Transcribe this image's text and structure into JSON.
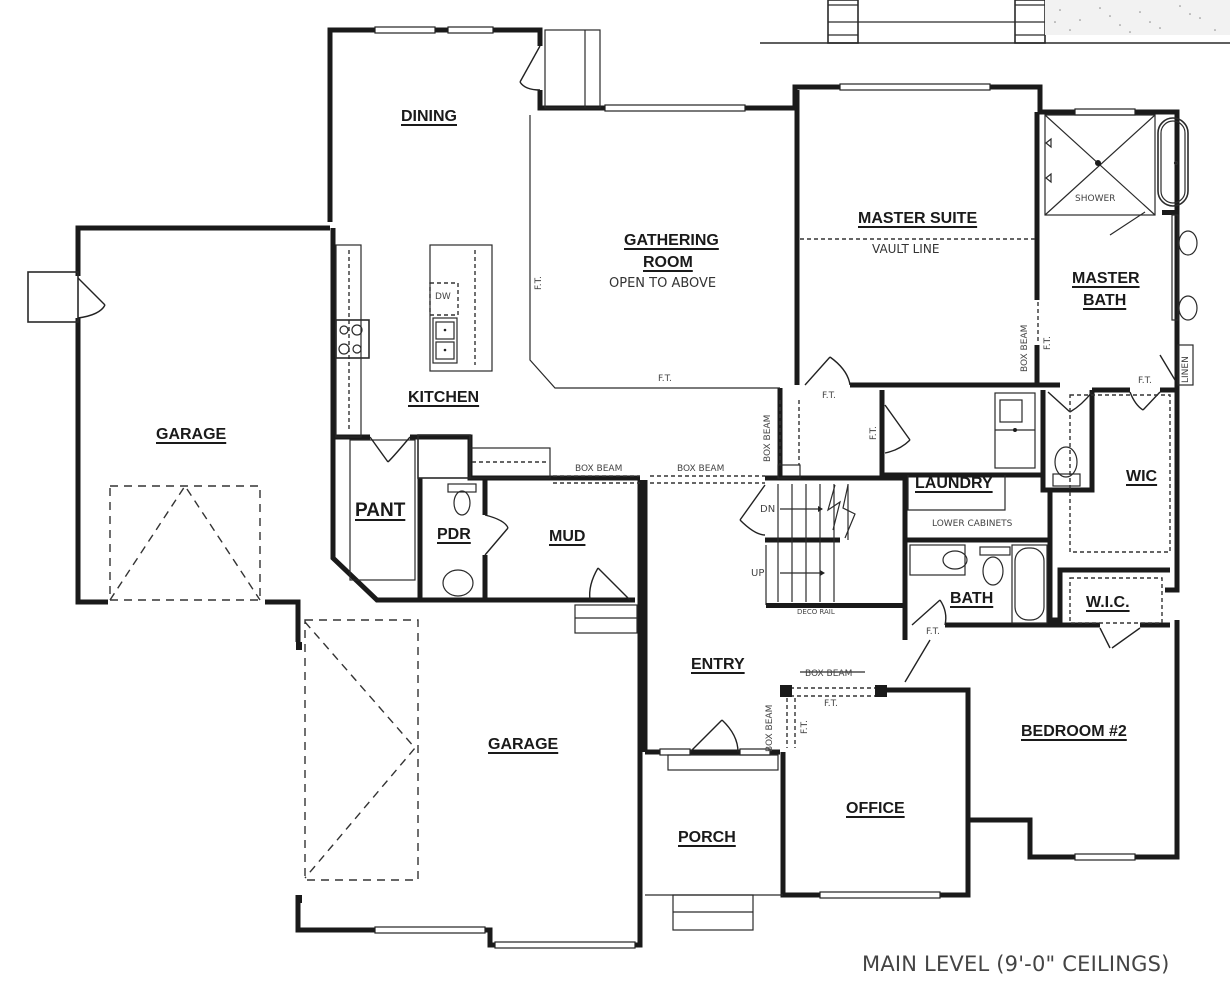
{
  "plan": {
    "title": "MAIN LEVEL (9'-0\" CEILINGS)",
    "rooms": {
      "dining": "DINING",
      "gathering_line1": "GATHERING",
      "gathering_line2": "ROOM",
      "gathering_note": "OPEN TO ABOVE",
      "master_suite": "MASTER SUITE",
      "vault_line": "VAULT LINE",
      "master_bath_line1": "MASTER",
      "master_bath_line2": "BATH",
      "shower": "SHOWER",
      "linen": "LINEN",
      "kitchen": "KITCHEN",
      "dw": "DW",
      "garage_side": "GARAGE",
      "garage_main": "GARAGE",
      "pant": "PANT",
      "pdr": "PDR",
      "mud": "MUD",
      "laundry": "LAUNDRY",
      "lower_cabinets": "LOWER CABINETS",
      "wic": "WIC",
      "wic2": "W.I.C.",
      "bath": "BATH",
      "entry": "ENTRY",
      "porch": "PORCH",
      "office": "OFFICE",
      "bedroom2": "BEDROOM #2"
    },
    "annotations": {
      "ft": "F.T.",
      "box_beam": "BOX BEAM",
      "dn": "DN",
      "up": "UP",
      "deco_rail": "DECO RAIL"
    }
  }
}
